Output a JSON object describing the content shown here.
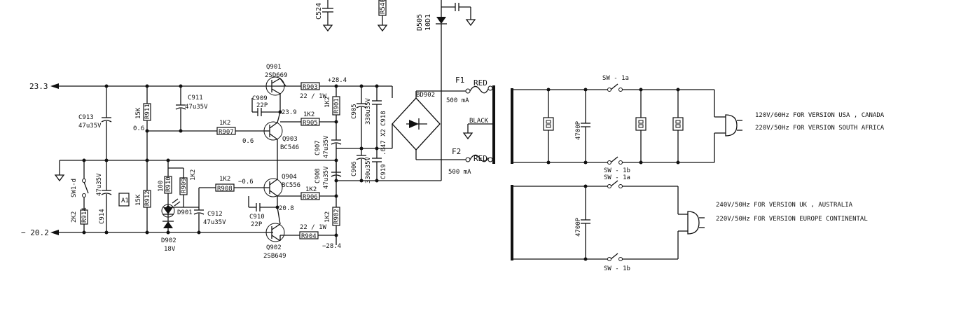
{
  "labels": {
    "c524": "C524",
    "r540": "R540",
    "d505": "D505",
    "d505_val": "10D1",
    "v_pos": "23.3",
    "v_neg": "− 20.2",
    "q901": "Q901",
    "q901_type": "2SD669",
    "q902": "Q902",
    "q902_type": "2SB649",
    "q903": "Q903",
    "q903_type": "BC546",
    "q904": "Q904",
    "q904_type": "BC556",
    "r903": "R903",
    "r903_val": "22 / 1W",
    "r904": "R904",
    "r904_val": "22 / 1W",
    "v_28_4": "+28.4",
    "v_neg_28_4": "−28.4",
    "r901": "R901",
    "r901_val": "1K2",
    "r902": "R902",
    "r902_val": "1K2",
    "r905": "R905",
    "r905_val": "1K2",
    "r906": "R906",
    "r906_val": "1K2",
    "r907": "R907",
    "r907_val": "1K2",
    "r908": "R908",
    "r908_val": "1K2",
    "r909": "R909",
    "r909_val": "1K2",
    "r910": "R910",
    "r910_val": "100",
    "r911": "R911",
    "r911_val": "15K",
    "r912": "R912",
    "r912_val": "15K",
    "r914": "R914",
    "r914_val": "2K2",
    "c909": "C909",
    "c909_val": "22P",
    "c910": "C910",
    "c910_val": "22P",
    "c911": "C911",
    "c911_val": "47u35V",
    "c912": "C912",
    "c912_val": "47u35V",
    "c913": "C913",
    "c913_val": "47u35V",
    "c914": "C914",
    "c914_val": "47u35V",
    "c905": "C905",
    "c905_val": "330u35V",
    "c906": "C906",
    "c906_val": "330u35V",
    "c907": "C907",
    "c907_val": "47u35V",
    "c908": "C908",
    "c908_val": "47u35V",
    "c918": "C918",
    "c919": "C919",
    "c_047": ".047 X2",
    "v_23_9": "23.9",
    "v_0_6a": "0.6",
    "v_0_6b": "0.6",
    "v_neg0_6": "−0.6",
    "v_20_8": "20.8",
    "d901": "D901",
    "d902": "D902",
    "d902_val": "18V",
    "sw1d": "SW1-d",
    "a1": "A1",
    "bd902": "BD902",
    "f1": "F1",
    "f1_val": "500 mA",
    "f2": "F2",
    "f2_val": "500 mA",
    "red1": "RED",
    "red2": "RED",
    "black": "BLACK",
    "c_4700a": "4700P",
    "c_4700b": "4700P",
    "sw1a_top": "SW - 1a",
    "sw1b_top": "SW - 1b",
    "sw1a_bot": "SW - 1a",
    "sw1b_bot": "SW - 1b",
    "ver_usa": "120V/60Hz FOR VERSION  USA , CANADA",
    "ver_sa": "220V/50Hz FOR VERSION  SOUTH  AFRICA",
    "ver_uk": "240V/50Hz FOR  VERSION  UK , AUSTRALIA",
    "ver_eu": "220V/50Hz FOR VERSION  EUROPE CONTINENTAL"
  }
}
